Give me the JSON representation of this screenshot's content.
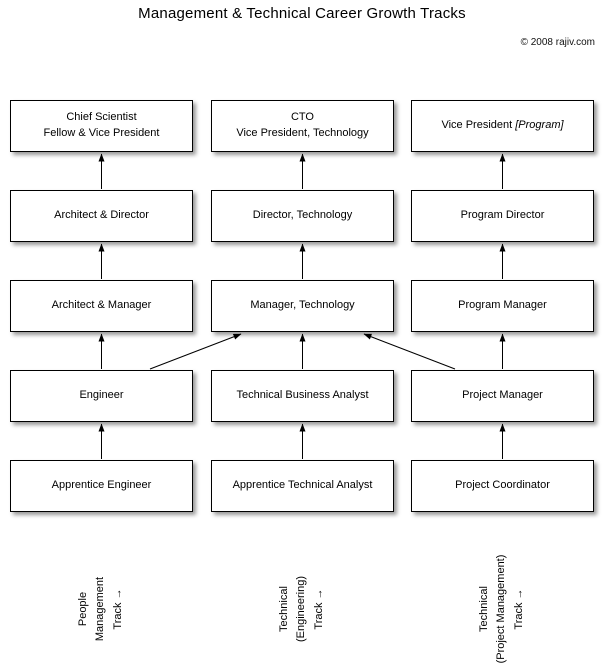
{
  "title": "Management & Technical Career Growth Tracks",
  "copyright": "© 2008 rajiv.com",
  "tracks": [
    {
      "label": "People\nManagement\nTrack  →",
      "levels": [
        "Chief Scientist\nFellow & Vice President",
        "Architect & Director",
        "Architect & Manager",
        "Engineer",
        "Apprentice Engineer"
      ]
    },
    {
      "label": "Technical\n(Engineering)\nTrack  →",
      "levels": [
        "CTO\nVice President, Technology",
        "Director, Technology",
        "Manager, Technology",
        "Technical Business Analyst",
        "Apprentice Technical Analyst"
      ]
    },
    {
      "label": "Technical\n(Project Management)\nTrack  →",
      "levels": [
        {
          "prefix": "Vice President ",
          "italic": "[Program]"
        },
        "Program Director",
        "Program Manager",
        "Project Manager",
        "Project Coordinator"
      ]
    }
  ]
}
